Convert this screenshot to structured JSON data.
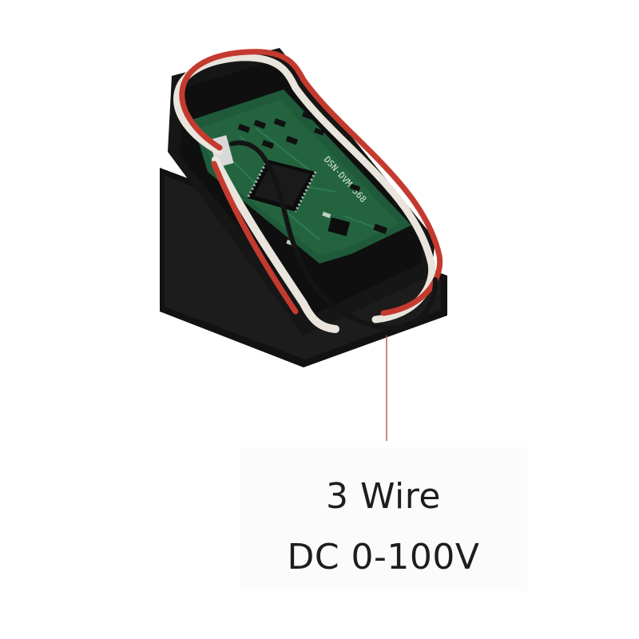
{
  "caption": {
    "line1": "3 Wire",
    "line2": "DC 0-100V"
  },
  "pcb": {
    "silkscreen_label": "DSN-DVM-568"
  },
  "colors": {
    "background": "#ffffff",
    "housing": "#1a1a1a",
    "pcb": "#1f5a3a",
    "wire_red": "#c43a2e",
    "wire_white": "#e9e4dc",
    "wire_black": "#141414",
    "leader_line": "#c0505a",
    "caption_text": "#1e1e1e"
  },
  "icons": [
    "voltmeter-module-photo",
    "chip-icon"
  ]
}
